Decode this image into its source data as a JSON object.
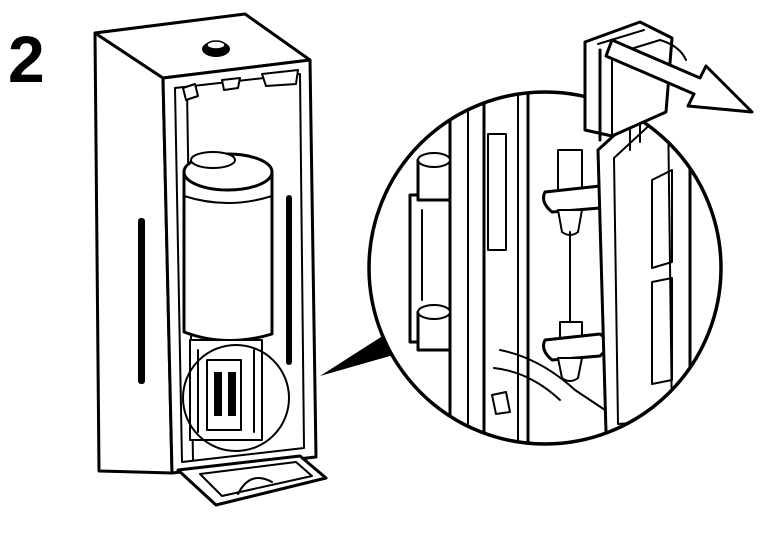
{
  "step": {
    "number": "2"
  },
  "parts": {
    "dispenser": "dispenser-cabinet",
    "refill": "soap-refill-cartridge",
    "detail": "hinge-detail-magnifier",
    "motion": "door-open-arrow-icon"
  },
  "colors": {
    "ink": "#000000",
    "paper": "#ffffff"
  }
}
